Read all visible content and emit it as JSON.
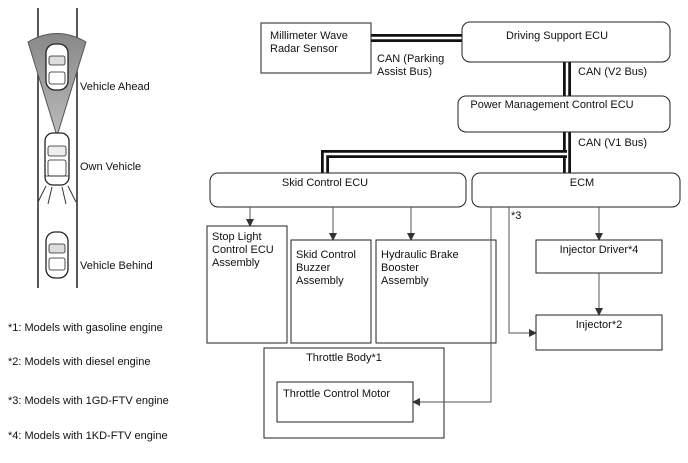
{
  "vehicles": {
    "ahead": "Vehicle Ahead",
    "own": "Own Vehicle",
    "behind": "Vehicle Behind"
  },
  "notes": [
    "*1: Models with gasoline engine",
    "*2: Models with diesel engine",
    "*3: Models with 1GD-FTV engine",
    "*4: Models with 1KD-FTV engine"
  ],
  "boxes": {
    "radar": [
      "Millimeter Wave",
      "Radar Sensor"
    ],
    "driving_support": "Driving Support ECU",
    "power_mgmt": "Power Management Control ECU",
    "skid_control": "Skid Control ECU",
    "ecm": "ECM",
    "stop_light": [
      "Stop Light",
      "Control ECU",
      "Assembly"
    ],
    "buzzer": [
      "Skid Control",
      "Buzzer",
      "Assembly"
    ],
    "brake_booster": [
      "Hydraulic Brake",
      "Booster",
      "Assembly"
    ],
    "injector_driver": "Injector Driver*4",
    "injector": "Injector*2",
    "throttle_body": "Throttle Body*1",
    "throttle_motor": "Throttle Control Motor"
  },
  "buses": {
    "parking": [
      "CAN (Parking",
      "Assist Bus)"
    ],
    "v2": "CAN (V2 Bus)",
    "v1": "CAN (V1 Bus)",
    "note3": "*3"
  }
}
